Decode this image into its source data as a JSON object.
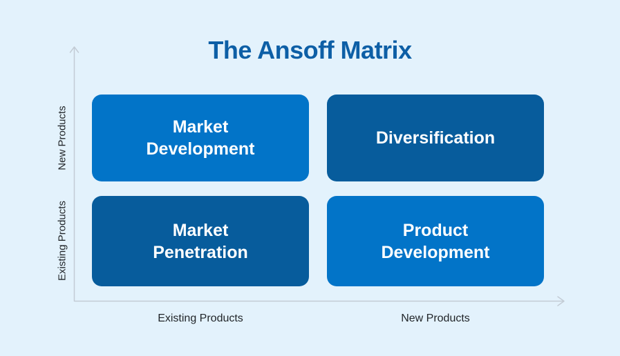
{
  "title": "The Ansoff Matrix",
  "colors": {
    "background": "#e3f2fc",
    "title": "#0d5fa6",
    "quadrant_light": "#0274c8",
    "quadrant_dark": "#075c9c",
    "quadrant_text": "#ffffff",
    "axis_line": "#c3ccd5",
    "axis_label": "#212529"
  },
  "y_axis": {
    "top_label": "New Products",
    "bottom_label": "Existing Products"
  },
  "x_axis": {
    "left_label": "Existing Products",
    "right_label": "New Products"
  },
  "quadrants": [
    {
      "name": "market-development",
      "label": "Market\nDevelopment",
      "row": "new-products",
      "column": "existing-products",
      "shade": "light"
    },
    {
      "name": "diversification",
      "label": "Diversification",
      "row": "new-products",
      "column": "new-products",
      "shade": "dark"
    },
    {
      "name": "market-penetration",
      "label": "Market\nPenetration",
      "row": "existing-products",
      "column": "existing-products",
      "shade": "dark"
    },
    {
      "name": "product-development",
      "label": "Product\nDevelopment",
      "row": "existing-products",
      "column": "new-products",
      "shade": "light"
    }
  ]
}
